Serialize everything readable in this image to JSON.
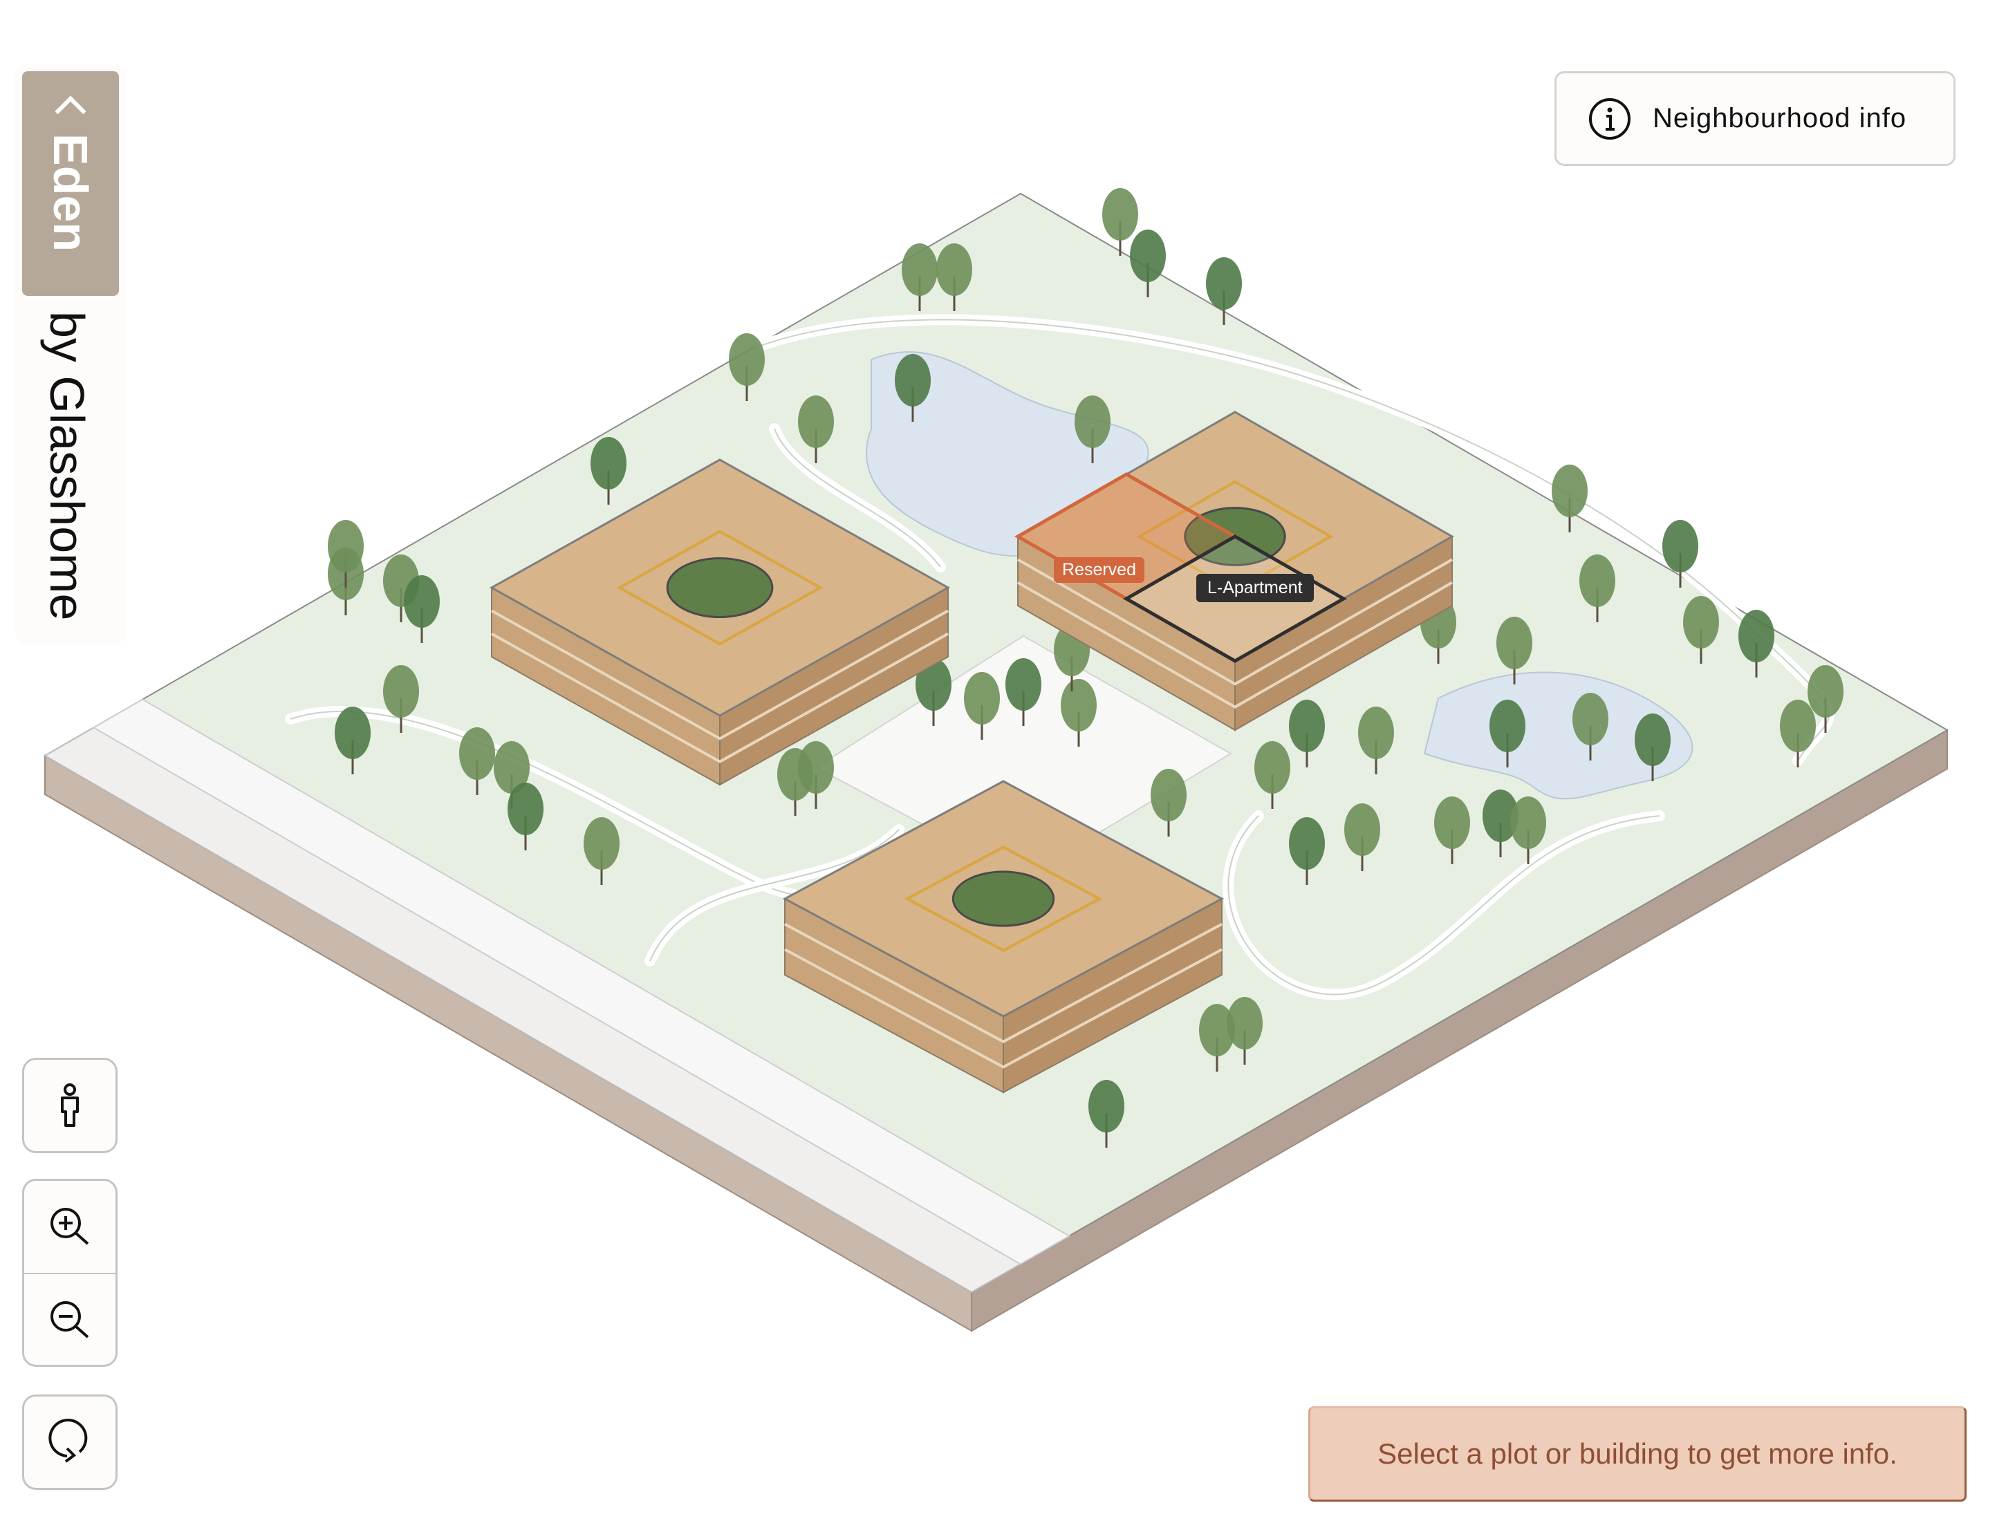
{
  "sidebar": {
    "project_name": "Eden",
    "brand": "by Glasshome",
    "collapse_icon": "chevron-up-icon"
  },
  "controls": {
    "person_icon": "person-icon",
    "zoom_in_icon": "zoom-in-icon",
    "zoom_out_icon": "zoom-out-icon",
    "rotate_icon": "rotate-icon"
  },
  "header": {
    "info_label": "Neighbourhood info",
    "info_icon": "info-icon"
  },
  "map": {
    "labels": {
      "reserved": "Reserved",
      "apartment": "L-Apartment"
    },
    "colors": {
      "ground": "#e6efe2",
      "path": "#ffffff",
      "water": "#dbe5ef",
      "building": "#d8b48a",
      "reserved": "#d2663c",
      "selected": "#2f2f2f"
    }
  },
  "status": {
    "message": "Select a plot or building to get more info."
  },
  "theme": {
    "tab_color": "#b5a898",
    "banner_bg": "#eecdba",
    "banner_text": "#8f4f35"
  }
}
